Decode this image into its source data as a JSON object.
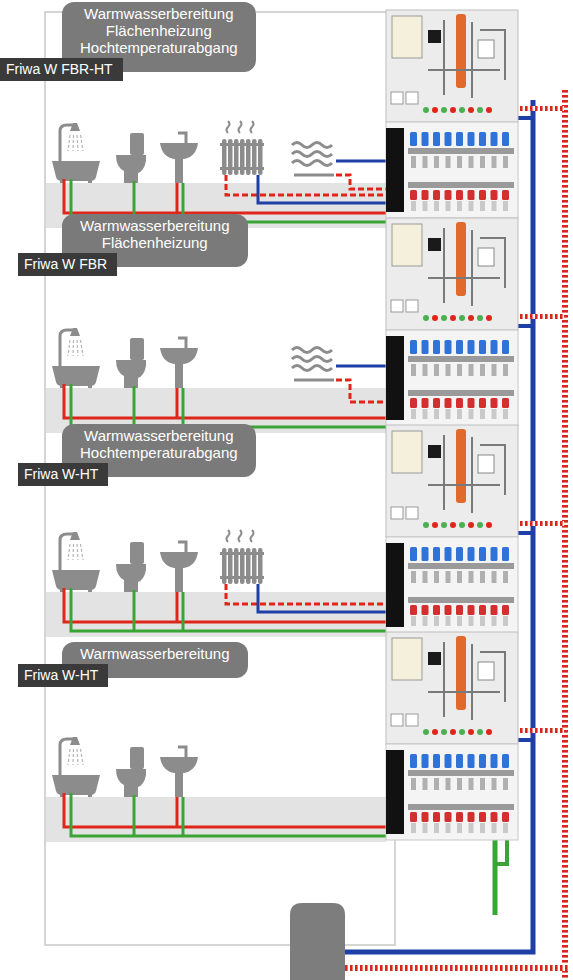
{
  "diagram": {
    "nodes": [
      {
        "text": [
          "Warmwasserbereitung Flächenheizung Hochtemperaturabgang"
        ]
      },
      {
        "text": [
          "Friwa W FBR-HT"
        ]
      },
      {
        "text": [
          "Warmwasserbereitung Flächenheizung"
        ]
      },
      {
        "text": [
          "Friwa W FBR"
        ]
      },
      {
        "text": [
          "Warmwasserbereitung Hochtemperaturabgang"
        ]
      },
      {
        "text": [
          "Friwa W-HT"
        ]
      },
      {
        "text": [
          "Warmwasserbereitung"
        ]
      },
      {
        "text": [
          "Friwa W-HT"
        ]
      }
    ]
  }
}
